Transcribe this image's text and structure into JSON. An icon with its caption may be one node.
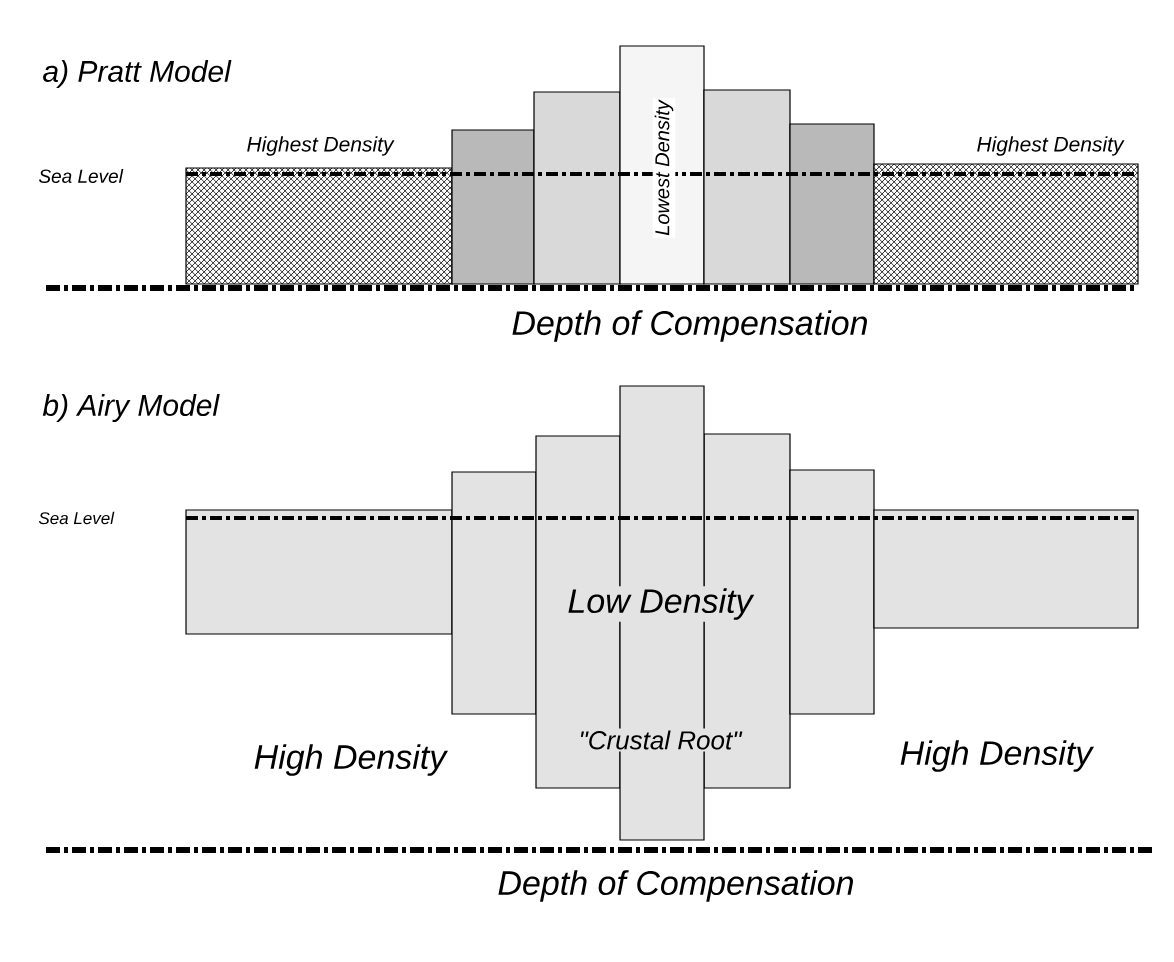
{
  "diagram": {
    "labels": [
      "a) Pratt Model",
      "Highest Density",
      "Highest Density",
      "Sea Level",
      "Lowest Density",
      "Depth of Compensation",
      "b) Airy Model",
      "Sea Level",
      "Low Density",
      "High Density",
      "\"Crustal Root\"",
      "High Density",
      "Depth of Compensation"
    ]
  }
}
